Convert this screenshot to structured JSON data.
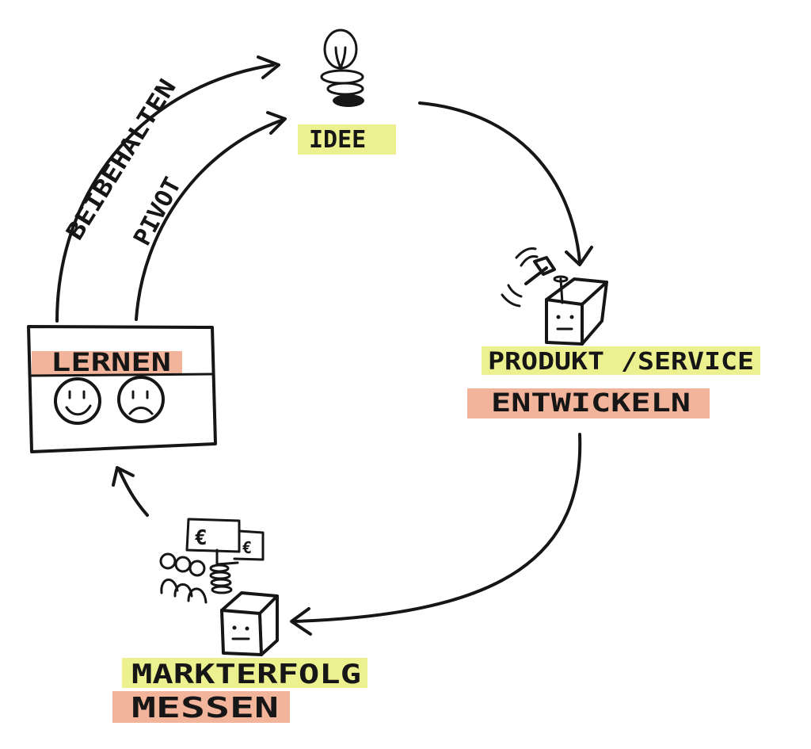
{
  "labels": {
    "idee": "IDEE",
    "produkt_line1": "PRODUKT /SERVICE",
    "produkt_line2": "ENTWICKELN",
    "markt_line1": "MARKTERFOLG",
    "markt_line2": "MESSEN",
    "lernen": "LERNEN",
    "beibehalten": "BEIBEHALTEN",
    "pivot": "PIVOT"
  },
  "icons": {
    "idee": "lightbulb-icon",
    "produkt": "hammer-box-icon",
    "markt": "money-people-box-icon",
    "lernen_happy": "happy-face-icon",
    "lernen_sad": "sad-face-icon"
  },
  "colors": {
    "ink": "#161616",
    "highlight_yellow": "#ecf08e",
    "highlight_salmon": "#f2b49a"
  }
}
